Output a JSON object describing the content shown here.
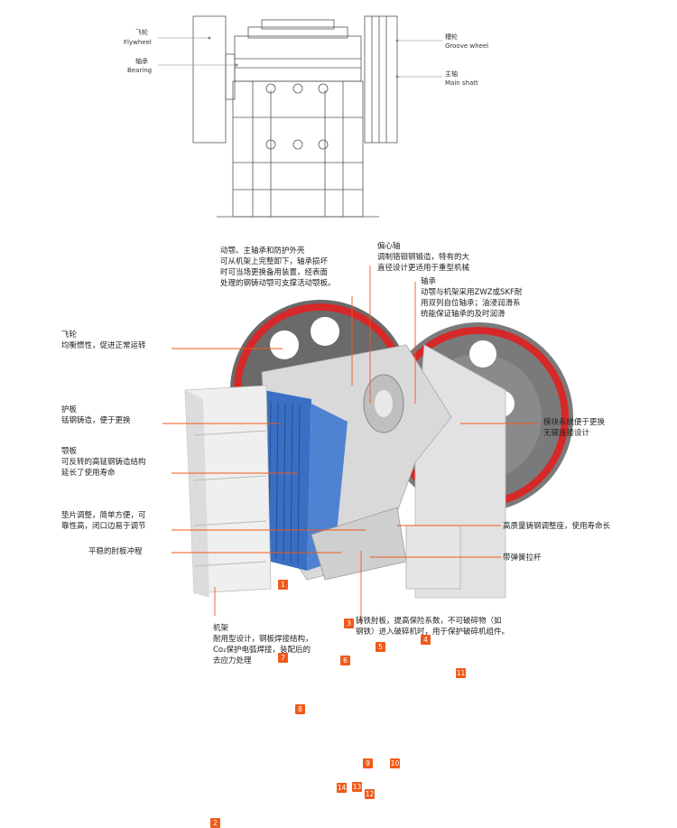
{
  "top_diagram": {
    "labels": {
      "flywheel_cn": "飞轮",
      "flywheel_en": "Flywheel",
      "bearing_cn": "轴承",
      "bearing_en": "Bearing",
      "groove_cn": "槽轮",
      "groove_en": "Groove wheel",
      "shaft_cn": "主轴",
      "shaft_en": "Main shatt"
    }
  },
  "bottom_diagram": {
    "callouts": {
      "movable_jaw": [
        "动颚、主轴承和防护外壳",
        "可从机架上完整卸下，轴承损坏",
        "时可当场更换备用装置，经表面",
        "处理的钢铸动颚可支撑活动颚板。"
      ],
      "eccentric_shaft": [
        "偏心轴",
        "调制铬钼钢锻造，特有的大",
        "直径设计更适用于重型机械"
      ],
      "bearing": [
        "轴承",
        "动颚与机架采用ZWZ或SKF耐",
        "用双列自位轴承；油浸润滑系",
        "统能保证轴承的及时润滑"
      ],
      "flywheel": [
        "飞轮",
        "均衡惯性，促进正常运转"
      ],
      "guard_plate": [
        "护板",
        "锰钢铸造，便于更换"
      ],
      "jaw_plate": [
        "颚板",
        "可反转的高锰钢铸造结构",
        "延长了使用寿命"
      ],
      "shim": [
        "垫片调整，简单方便，可",
        "靠性高，闭口边易于调节"
      ],
      "toggle_impact": [
        "平稳的肘板冲程"
      ],
      "module": [
        "模块系统便于更换",
        "无键连接设计"
      ],
      "adjust_seat": [
        "高质量铸钢调整座，使用寿命长"
      ],
      "spring_rod": [
        "带弹簧拉杆"
      ],
      "toggle": [
        "铸铁肘板，提高保险系数，不可破碎物（如",
        "钢铁）进入破碎机时，用于保护破碎机组件。"
      ],
      "frame": [
        "机架",
        "耐用型设计，钢板焊接结构，",
        "Co₂保护电弧焊接，装配后的",
        "去应力处理"
      ]
    },
    "badges": [
      "1",
      "2",
      "3",
      "4",
      "5",
      "6",
      "7",
      "8",
      "9",
      "10",
      "11",
      "12",
      "13",
      "14"
    ],
    "colors": {
      "accent": "#f05a1a",
      "flywheel_rim": "#d62828",
      "jaw": "#3a6fc4",
      "body": "#e8e8e8"
    }
  }
}
